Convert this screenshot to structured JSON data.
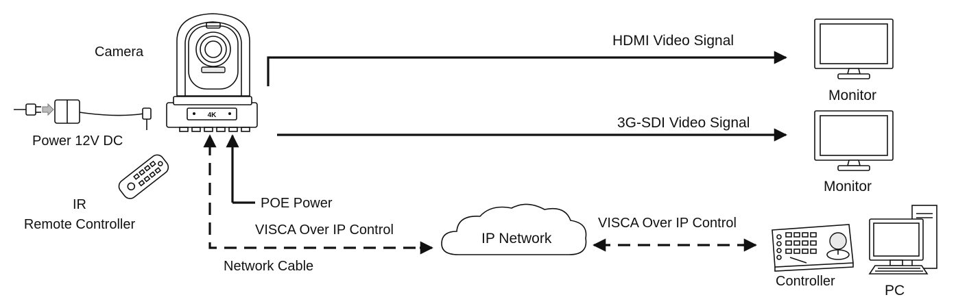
{
  "labels": {
    "camera": "Camera",
    "power": "Power 12V DC",
    "ir_line1": "IR",
    "ir_line2": "Remote Controller",
    "hdmi": "HDMI Video Signal",
    "sdi": "3G-SDI Video Signal",
    "monitor_top": "Monitor",
    "monitor_bottom": "Monitor",
    "poe": "POE Power",
    "visca_left": "VISCA Over IP Control",
    "network_cable": "Network Cable",
    "ip_network": "IP Network",
    "visca_right": "VISCA Over IP Control",
    "controller": "Controller",
    "pc": "PC",
    "camera_badge": "4K"
  },
  "icons": {
    "camera": "ptz-camera-icon",
    "power_adapter": "power-adapter-icon",
    "remote": "ir-remote-icon",
    "monitor": "monitor-icon",
    "cloud": "cloud-icon",
    "controller": "ptz-controller-icon",
    "pc": "desktop-pc-icon"
  },
  "colors": {
    "line": "#111111",
    "background": "#ffffff"
  }
}
